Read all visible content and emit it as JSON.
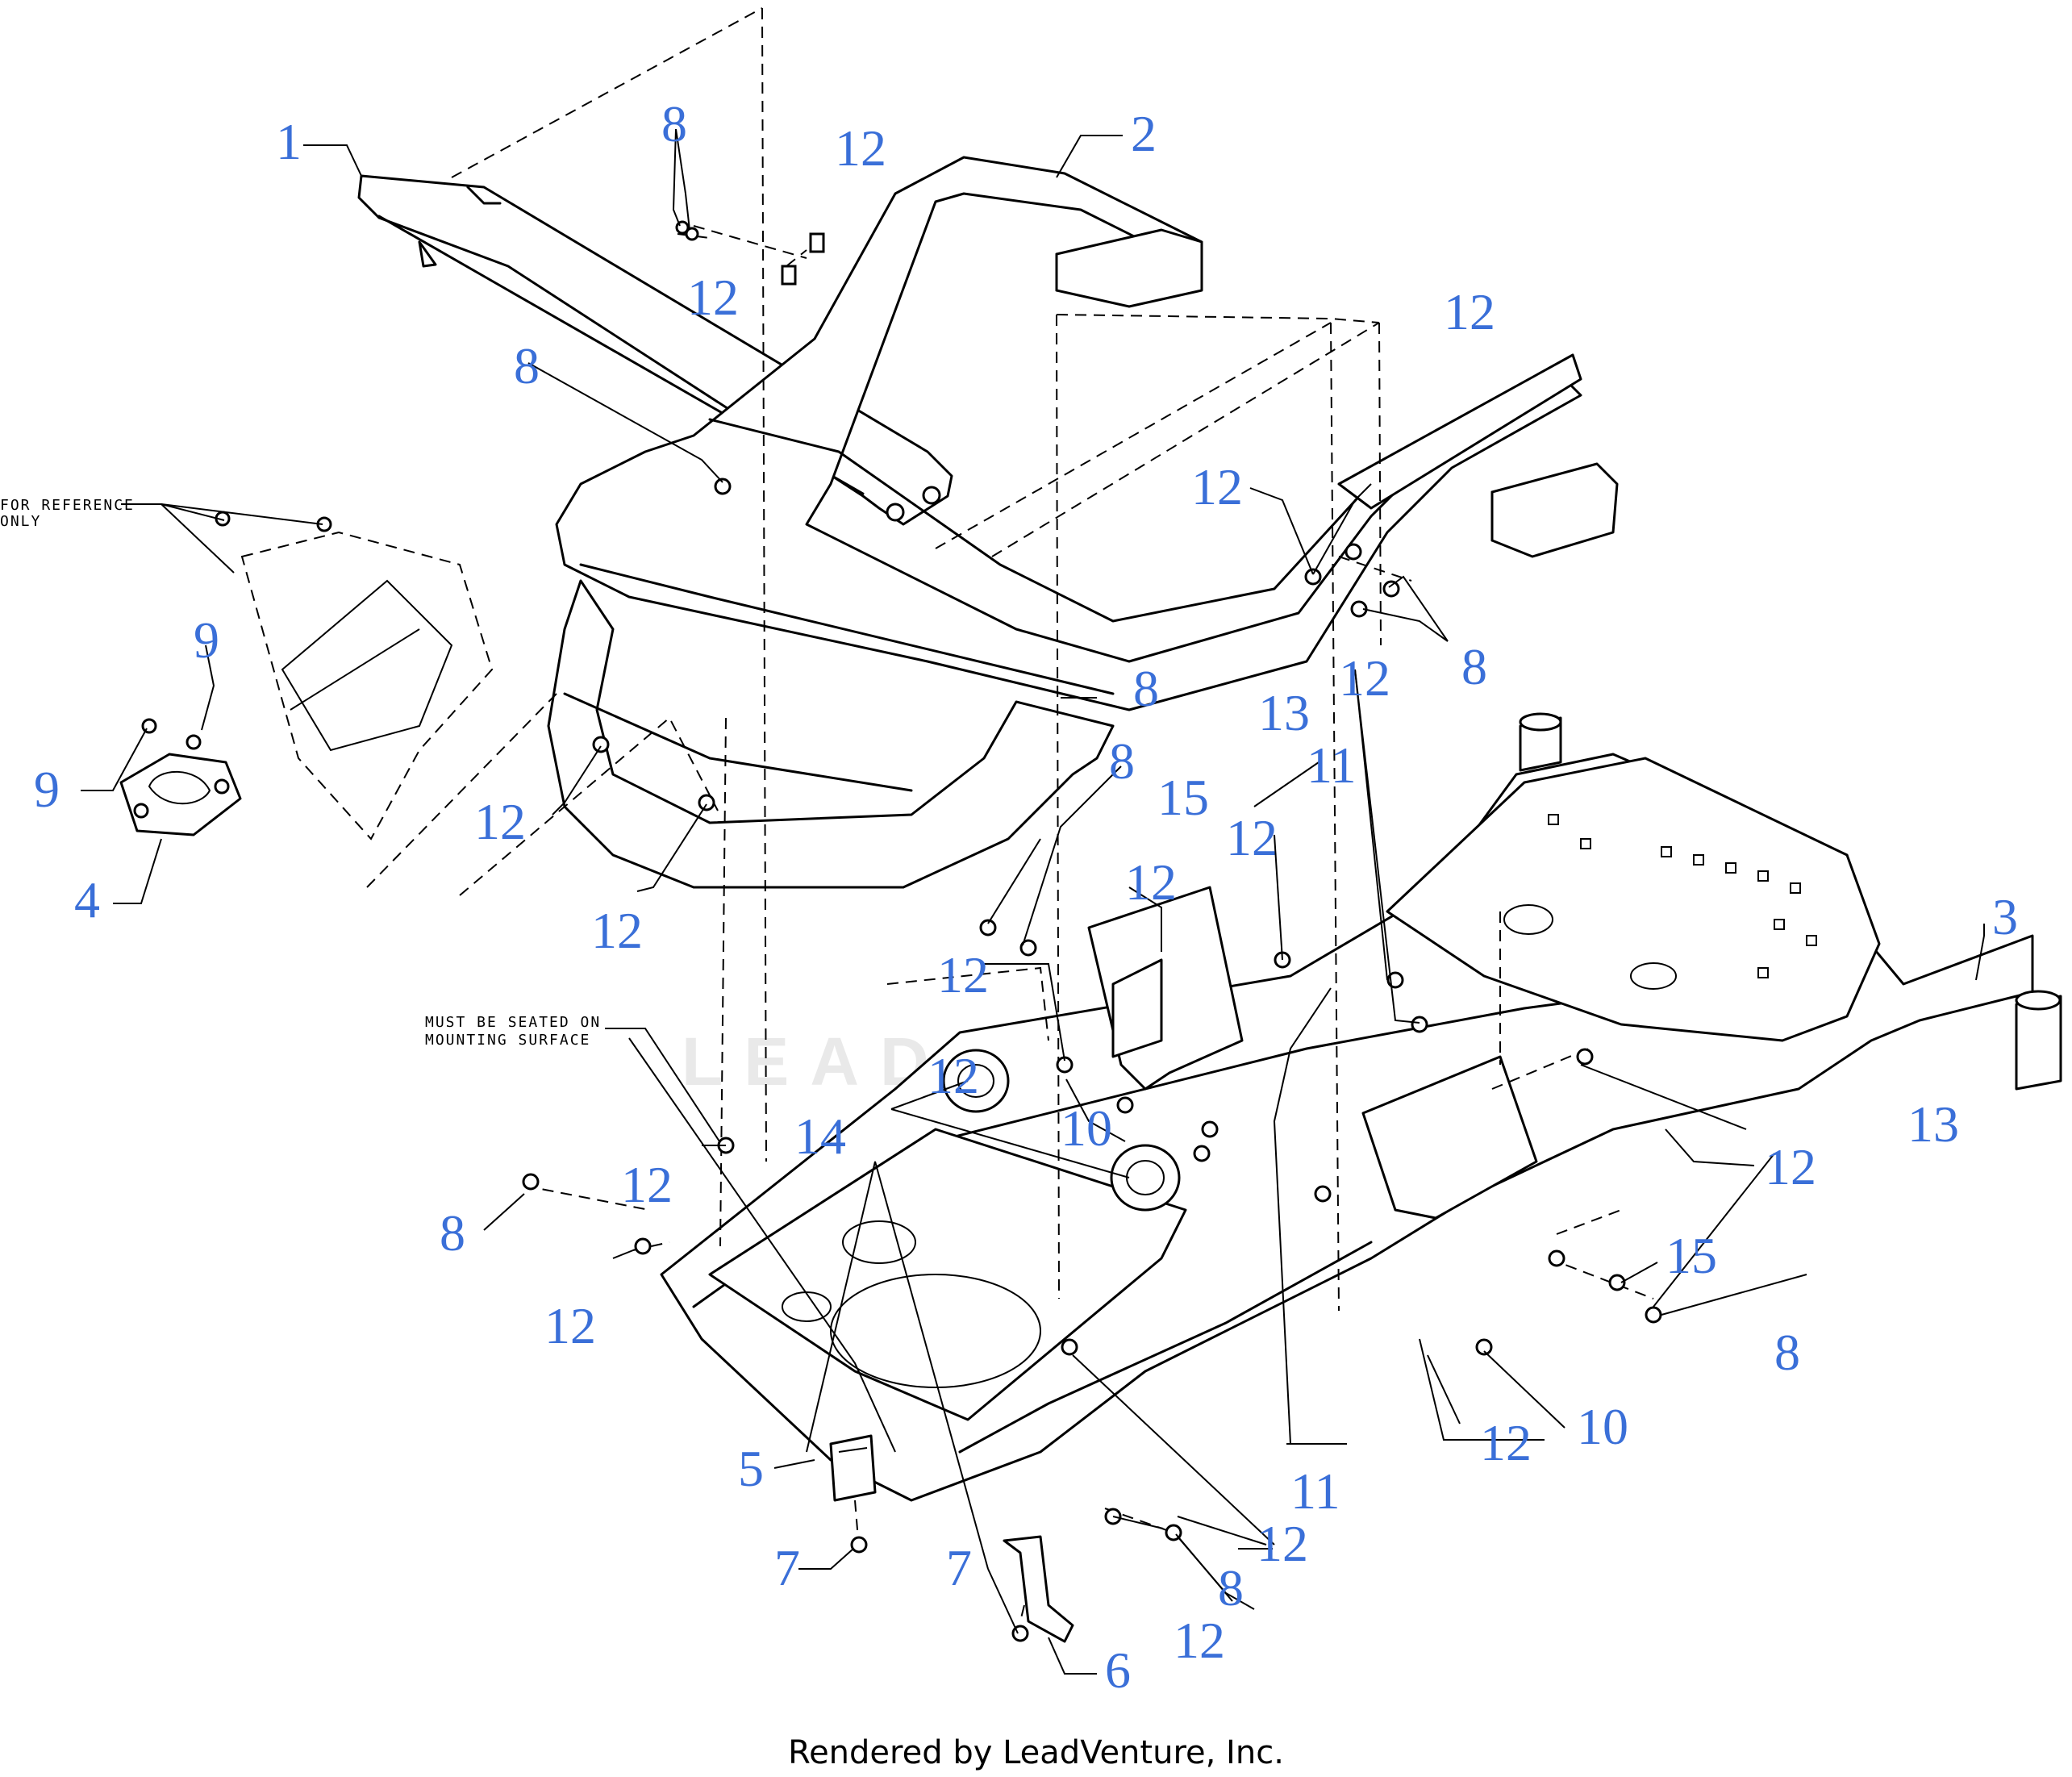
{
  "notes": {
    "reference": [
      "FOR REFERENCE",
      "ONLY"
    ],
    "seated": [
      "MUST BE SEATED ON",
      "MOUNTING SURFACE"
    ]
  },
  "watermark": "LEADVENTURE",
  "credit": "Rendered by LeadVenture, Inc.",
  "callouts": [
    {
      "id": "c1",
      "label": "1"
    },
    {
      "id": "c2",
      "label": "2"
    },
    {
      "id": "c3",
      "label": "3"
    },
    {
      "id": "c4",
      "label": "4"
    },
    {
      "id": "c5",
      "label": "5"
    },
    {
      "id": "c6",
      "label": "6"
    },
    {
      "id": "c7a",
      "label": "7"
    },
    {
      "id": "c7b",
      "label": "7"
    },
    {
      "id": "c8a",
      "label": "8"
    },
    {
      "id": "c8b",
      "label": "8"
    },
    {
      "id": "c8c",
      "label": "8"
    },
    {
      "id": "c8d",
      "label": "8"
    },
    {
      "id": "c8e",
      "label": "8"
    },
    {
      "id": "c8f",
      "label": "8"
    },
    {
      "id": "c8g",
      "label": "8"
    },
    {
      "id": "c8h",
      "label": "8"
    },
    {
      "id": "c9a",
      "label": "9"
    },
    {
      "id": "c9b",
      "label": "9"
    },
    {
      "id": "c10a",
      "label": "10"
    },
    {
      "id": "c10b",
      "label": "10"
    },
    {
      "id": "c11a",
      "label": "11"
    },
    {
      "id": "c11b",
      "label": "11"
    },
    {
      "id": "c12a",
      "label": "12"
    },
    {
      "id": "c12b",
      "label": "12"
    },
    {
      "id": "c12c",
      "label": "12"
    },
    {
      "id": "c12d",
      "label": "12"
    },
    {
      "id": "c12e",
      "label": "12"
    },
    {
      "id": "c12f",
      "label": "12"
    },
    {
      "id": "c12g",
      "label": "12"
    },
    {
      "id": "c12h",
      "label": "12"
    },
    {
      "id": "c12i",
      "label": "12"
    },
    {
      "id": "c12j",
      "label": "12"
    },
    {
      "id": "c12k",
      "label": "12"
    },
    {
      "id": "c12l",
      "label": "12"
    },
    {
      "id": "c12m",
      "label": "12"
    },
    {
      "id": "c12n",
      "label": "12"
    },
    {
      "id": "c12o",
      "label": "12"
    },
    {
      "id": "c12p",
      "label": "12"
    },
    {
      "id": "c12q",
      "label": "12"
    },
    {
      "id": "c13a",
      "label": "13"
    },
    {
      "id": "c13b",
      "label": "13"
    },
    {
      "id": "c14",
      "label": "14"
    },
    {
      "id": "c15a",
      "label": "15"
    },
    {
      "id": "c15b",
      "label": "15"
    }
  ]
}
